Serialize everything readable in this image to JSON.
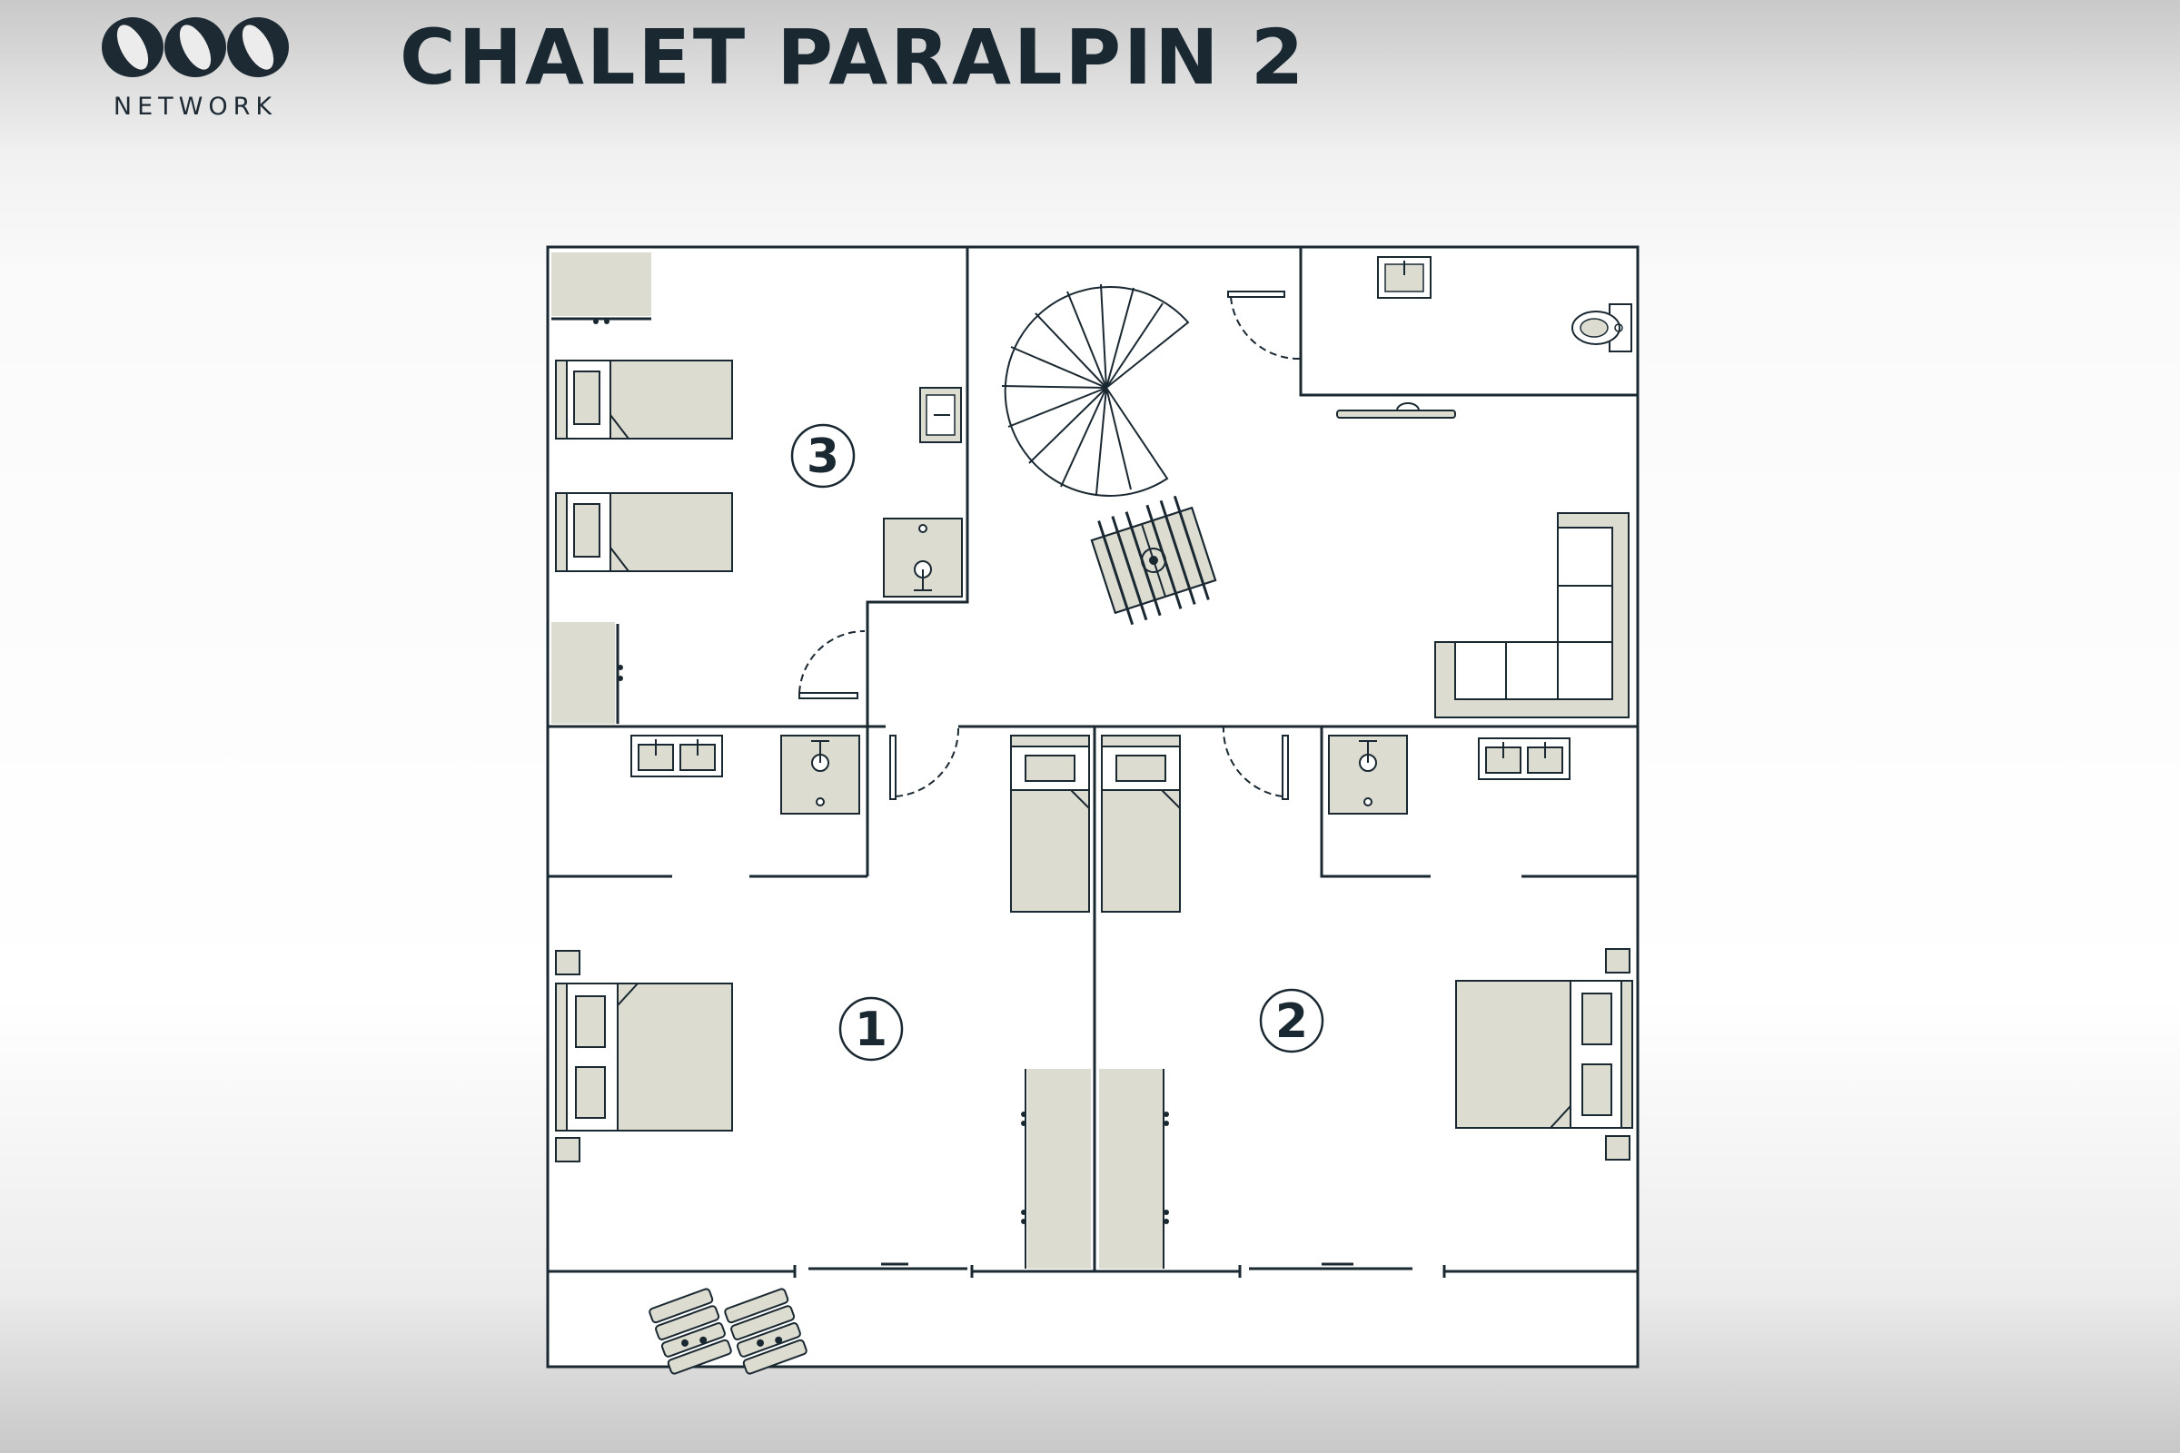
{
  "header": {
    "logo_text": "NETWORK",
    "title": "CHALET PARALPIN 2"
  },
  "floorplan": {
    "rooms": [
      {
        "label": "1"
      },
      {
        "label": "2"
      },
      {
        "label": "3"
      }
    ]
  },
  "colors": {
    "ink": "#1a2832",
    "furniture_fill": "#dcdcd0",
    "background": "#ffffff"
  }
}
